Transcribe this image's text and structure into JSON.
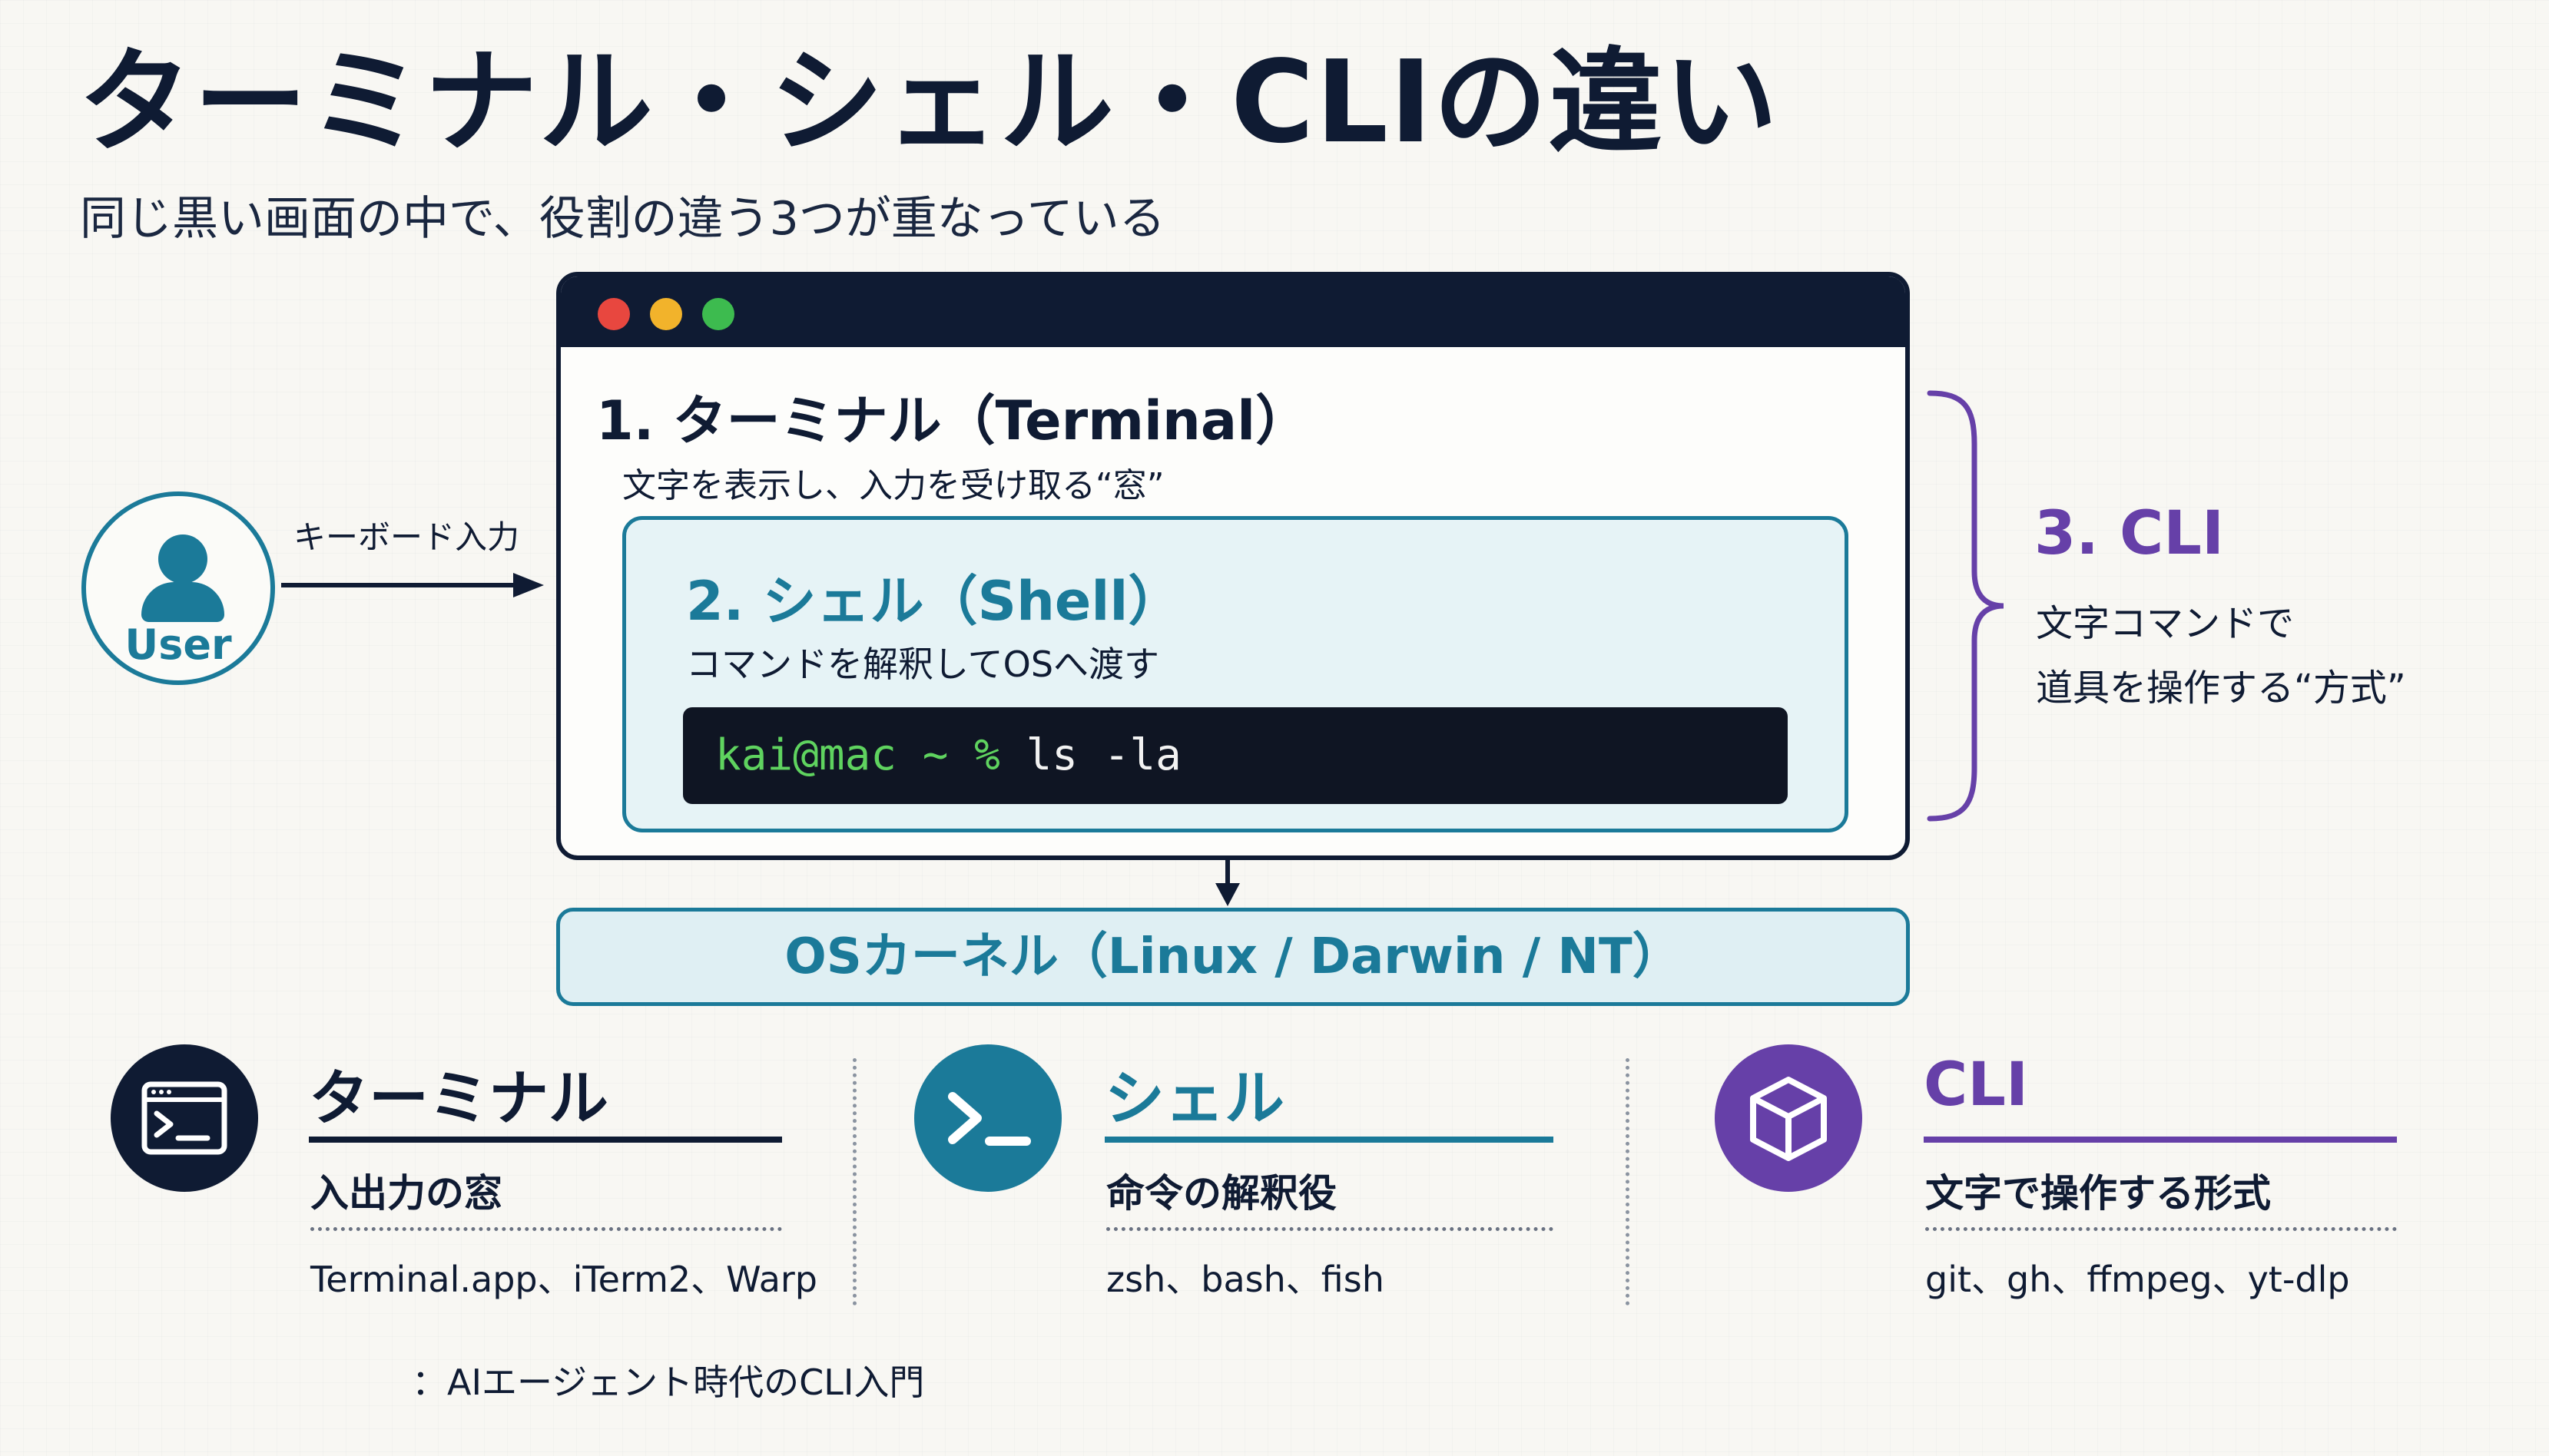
{
  "title": "ターミナル・シェル・CLIの違い",
  "subtitle": "同じ黒い画面の中で、役割の違う3つが重なっている",
  "user": {
    "label": "User",
    "input_label": "キーボード入力"
  },
  "terminal": {
    "heading": "1. ターミナル（Terminal）",
    "description": "文字を表示し、入力を受け取る“窓”",
    "dot_colors": [
      "#e8473f",
      "#f2b32b",
      "#3dbb4f"
    ]
  },
  "shell": {
    "heading": "2. シェル（Shell）",
    "description": "コマンドを解釈してOSへ渡す",
    "prompt": "kai@mac ~ %",
    "command": "ls -la"
  },
  "cli": {
    "heading": "3. CLI",
    "description_line1": "文字コマンドで",
    "description_line2": "道具を操作する“方式”"
  },
  "kernel": {
    "label": "OSカーネル（Linux / Darwin / NT）"
  },
  "cards": [
    {
      "icon": "terminal-window-icon",
      "title": "ターミナル",
      "subtitle": "入出力の窓",
      "examples": "Terminal.app、iTerm2、Warp",
      "color": "#0f1b33"
    },
    {
      "icon": "shell-prompt-icon",
      "title": "シェル",
      "subtitle": "命令の解釈役",
      "examples": "zsh、bash、fish",
      "color": "#1b7a99"
    },
    {
      "icon": "cube-icon",
      "title": "CLI",
      "subtitle": "文字で操作する形式",
      "examples": "git、gh、ffmpeg、yt-dlp",
      "color": "#6640a8"
    }
  ],
  "footer": "：AIエージェント時代のCLI入門",
  "colors": {
    "navy": "#0f1b33",
    "teal": "#1b7a99",
    "purple": "#6640a8",
    "kernel_bg": "#dfeff3",
    "shell_bg": "#e6f3f6"
  }
}
